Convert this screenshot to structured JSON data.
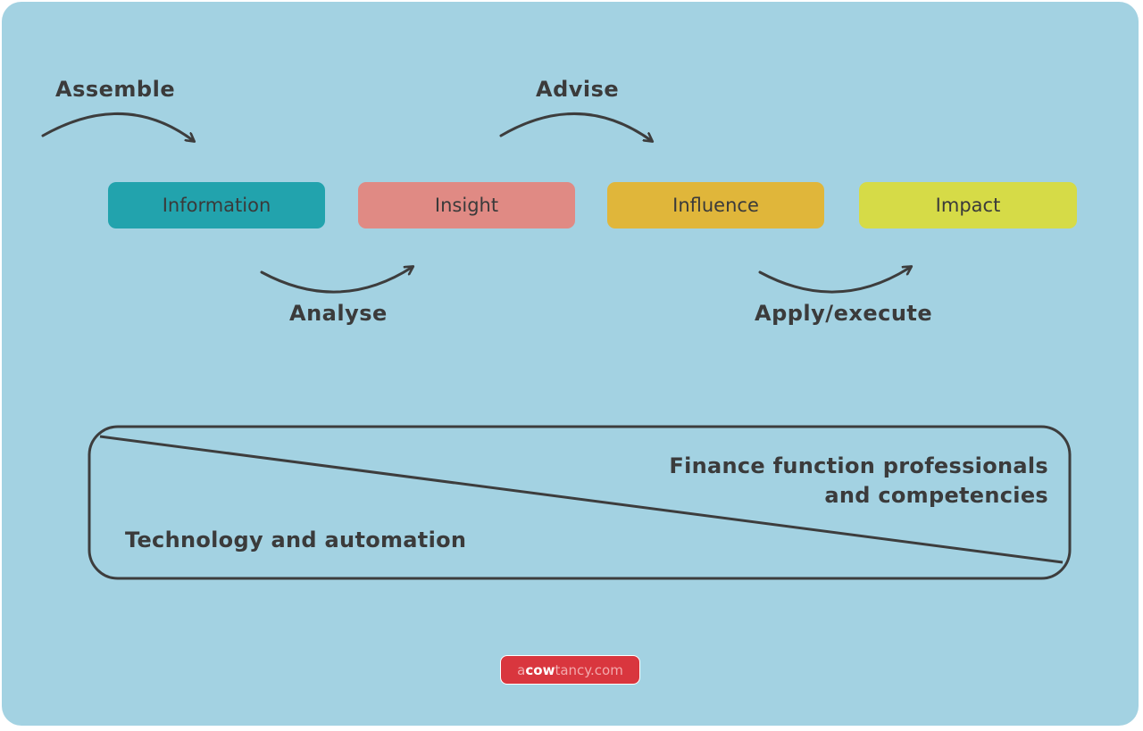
{
  "stages": [
    {
      "label": "Information",
      "color": "#22a3ad"
    },
    {
      "label": "Insight",
      "color": "#e08a84"
    },
    {
      "label": "Influence",
      "color": "#e0b63a"
    },
    {
      "label": "Impact",
      "color": "#d6db47"
    }
  ],
  "steps": {
    "assemble": "Assemble",
    "analyse": "Analyse",
    "advise": "Advise",
    "apply": "Apply/execute"
  },
  "balance": {
    "upper_line1": "Finance function professionals",
    "upper_line2": "and competencies",
    "lower": "Technology and automation"
  },
  "brand": {
    "prefix": "a",
    "highlight": "cow",
    "suffix": "tancy.com"
  },
  "colors": {
    "background": "#a3d2e2",
    "stroke": "#3d3d3d",
    "brand": "#d9363e"
  }
}
